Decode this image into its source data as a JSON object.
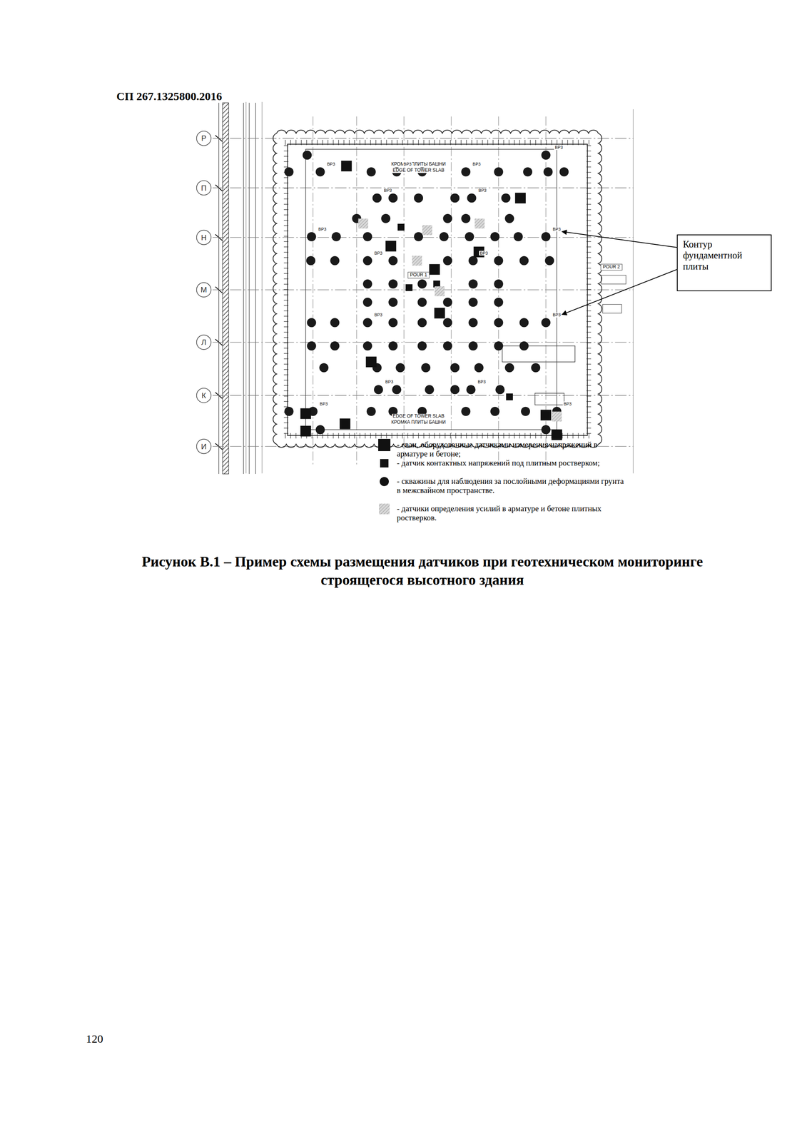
{
  "diagram": {
    "caption": "Рисунок В.1 – Пример схемы размещения датчиков при геотехническом мониторинге строящегося высотного здания",
    "nodes": [
      {
        "text": [
          "Контур фундаментной плиты"
        ]
      }
    ],
    "labels": [
      "СП 267.1325800.2016",
      "Р",
      "П",
      "Н",
      "М",
      "Л",
      "К",
      "И",
      "КРОМКА ПЛИТЫ БАШНИ",
      "EDGE OF TOWER SLAB",
      "EDGE OF TOWER SLAB",
      "КРОМКА ПЛИТЫ БАШНИ",
      "POUR 1",
      "POUR 2",
      "ВР3",
      "ВР3",
      "ВР3",
      "ВР3",
      "ВР3",
      "ВР3",
      "ВР3",
      "ВР3",
      "ВР3",
      "ВР3",
      "ВР3",
      "ВР3",
      "ВР3",
      "ВР3",
      "ВР3",
      "ВР3",
      "120"
    ],
    "legend": [
      {
        "text": "- сваи, оборудованные датчиками измерения напряжений в арматуре и бетоне;"
      },
      {
        "text": "- датчик контактных напряжений под плитным ростверком;"
      },
      {
        "text": "- скважины для наблюдения за послойными деформациями грунта в межсвайном пространстве."
      },
      {
        "text": "- датчики определения усилий в арматуре и бетоне плитных ростверков."
      }
    ]
  }
}
